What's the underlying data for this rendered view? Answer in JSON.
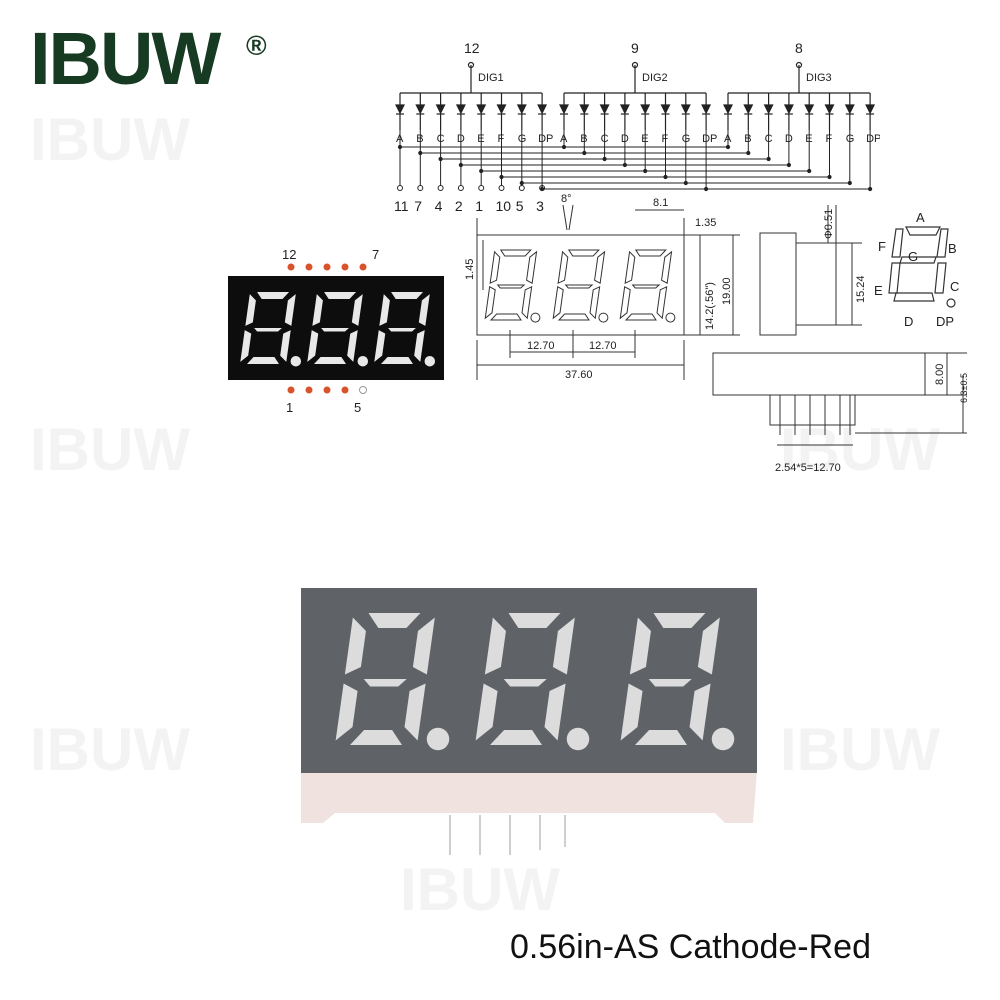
{
  "brand": {
    "name": "IBUW",
    "registered": "®"
  },
  "schematic": {
    "digits": [
      {
        "label": "DIG1",
        "pin": "12"
      },
      {
        "label": "DIG2",
        "pin": "9"
      },
      {
        "label": "DIG3",
        "pin": "8"
      }
    ],
    "segments": [
      "A",
      "B",
      "C",
      "D",
      "E",
      "F",
      "G",
      "DP"
    ],
    "segment_pins": [
      "11",
      "7",
      "4",
      "2",
      "1",
      "10",
      "5",
      "3"
    ]
  },
  "front_view": {
    "top_pin_left": "12",
    "top_pin_right": "7",
    "bottom_pin_left": "1",
    "bottom_pin_right": "5"
  },
  "dimensions": {
    "angle": "8°",
    "digit_spacing": "8.1",
    "gap": "1.35",
    "offset": "1.45",
    "digit_height": "14.2(.56\")",
    "height": "19.00",
    "pitch1": "12.70",
    "pitch2": "12.70",
    "width": "37.60",
    "lead_dia": "Φ0.51",
    "pin_row": "15.24",
    "body_depth": "8.00",
    "pin_length": "6.3±0.5",
    "pin_pitch": "2.54*5=12.70"
  },
  "segment_legend": [
    "A",
    "B",
    "C",
    "D",
    "E",
    "F",
    "G",
    "DP"
  ],
  "caption": "0.56in-AS Cathode-Red",
  "colors": {
    "brand": "#163a22",
    "pin_red": "#d9532a",
    "led_body": "#5f6368",
    "segment": "#dcdcdc",
    "base": "#f0e2de"
  }
}
